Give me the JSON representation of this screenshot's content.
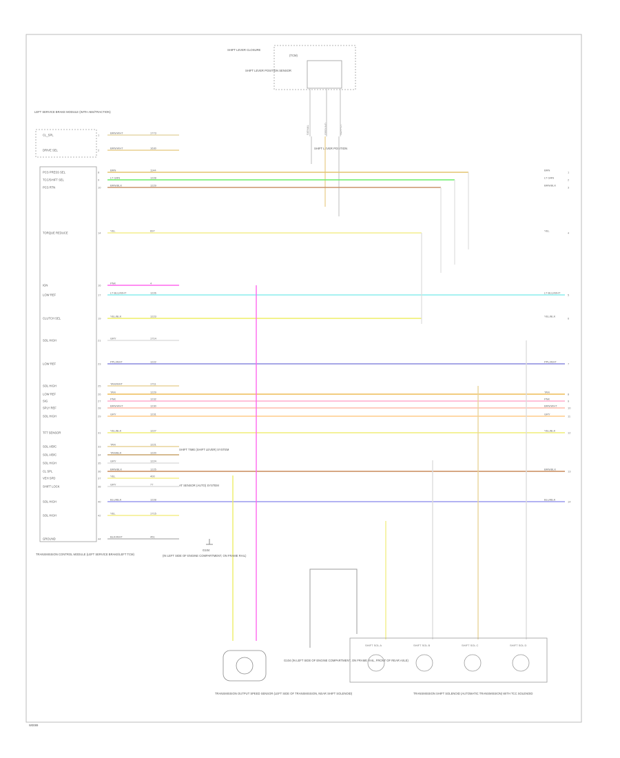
{
  "footer_code": "W0089",
  "colors": {
    "frame": "#bbbbbb",
    "connector_box": "#999999",
    "text": "#555555"
  },
  "module_header": {
    "label": "LEFT SERVICE BRAKE MODULE (WITH ABS/TRACTION)"
  },
  "module_caption": "TRANSMISSION CONTROL MODULE (LEFT SERVICE BRAKE/LEFT TCM)",
  "top_connector": {
    "title": "SHIFT LEVER CLOSURE",
    "subtitle": "(TCM)",
    "side_label": "SHIFT LEVER POSITION SENSOR",
    "pins": [
      "SIGNAL",
      "GROUND",
      "SUPPLY"
    ],
    "junction_label": "SHIFT LEVER POSITION"
  },
  "wires": [
    {
      "pin": "1",
      "label": "CL_SPL",
      "color_code": "BRN/WHT",
      "circuit": "1773",
      "color": "#e6d7a8",
      "end_label": "",
      "end_pin": ""
    },
    {
      "pin": "2",
      "label": "DRIVE SEL",
      "color_code": "BRN/WHT",
      "circuit": "1630",
      "color": "#e9cf8f",
      "end_label": "",
      "end_pin": ""
    },
    {
      "pin": "8",
      "label": "PCS PRESS SEL",
      "color_code": "BRN",
      "circuit": "1144",
      "color": "#e3c46e",
      "end_label": "BRN",
      "end_pin": "1"
    },
    {
      "pin": "9",
      "label": "TCC/SHIFT SEL",
      "color_code": "LT GRN",
      "circuit": "1228",
      "color": "#66ee66",
      "end_label": "LT GRN",
      "end_pin": "2"
    },
    {
      "pin": "10",
      "label": "PCS RTN",
      "color_code": "BRN/BLK",
      "circuit": "1229",
      "color": "#c9936a",
      "end_label": "BRN/BLK",
      "end_pin": "3"
    },
    {
      "pin": "14",
      "label": "TORQUE REDUCE",
      "color_code": "YEL",
      "circuit": "697",
      "color": "#f3ee8c",
      "end_label": "YEL",
      "end_pin": "4"
    },
    {
      "pin": "16",
      "label": "IGN",
      "color_code": "PNK",
      "circuit": "4",
      "color": "#ff66ee",
      "end_label": "",
      "end_pin": ""
    },
    {
      "pin": "17",
      "label": "LOW REF",
      "color_code": "LT BLU/WHT",
      "circuit": "1226",
      "color": "#88eeee",
      "end_label": "LT BLU/WHT",
      "end_pin": "5"
    },
    {
      "pin": "19",
      "label": "CLUTCH SEL",
      "color_code": "YEL/BLK",
      "circuit": "1223",
      "color": "#eeee66",
      "end_label": "YEL/BLK",
      "end_pin": "6"
    },
    {
      "pin": "21",
      "label": "SOL HIGH",
      "color_code": "GRY",
      "circuit": "1714",
      "color": "#dddddd",
      "end_label": "",
      "end_pin": ""
    },
    {
      "pin": "23",
      "label": "LOW REF",
      "color_code": "PPL/WHT",
      "circuit": "1222",
      "color": "#8888dd",
      "end_label": "PPL/WHT",
      "end_pin": "7"
    },
    {
      "pin": "25",
      "label": "SOL HIGH",
      "color_code": "TAN/WHT",
      "circuit": "1711",
      "color": "#e8d49a",
      "end_label": "",
      "end_pin": ""
    },
    {
      "pin": "26",
      "label": "LOW REF",
      "color_code": "TAN",
      "circuit": "1229",
      "color": "#eebb55",
      "end_label": "TAN",
      "end_pin": "8"
    },
    {
      "pin": "27",
      "label": "SIG",
      "color_code": "PNK",
      "circuit": "1232",
      "color": "#ffaacc",
      "end_label": "PNK",
      "end_pin": "9"
    },
    {
      "pin": "28",
      "label": "SPLY REF",
      "color_code": "BRN/WHT",
      "circuit": "1230",
      "color": "#ffbbaa",
      "end_label": "BRN/WHT",
      "end_pin": "10"
    },
    {
      "pin": "29",
      "label": "SOL HIGH",
      "color_code": "GRY",
      "circuit": "1231",
      "color": "#ffcc88",
      "end_label": "GRY",
      "end_pin": "11"
    },
    {
      "pin": "31",
      "label": "TFT SENSOR",
      "color_code": "YEL/BLK",
      "circuit": "1227",
      "color": "#f0ee77",
      "end_label": "YEL/BLK",
      "end_pin": "12"
    },
    {
      "pin": "33",
      "label": "SOL A/B/C",
      "color_code": "TAN",
      "circuit": "1221",
      "color": "#e9d39a",
      "end_label": "",
      "end_pin": ""
    },
    {
      "pin": "34",
      "label": "SOL A/B/C",
      "color_code": "TAN/BLK",
      "circuit": "1220",
      "color": "#c9a36a",
      "end_label": "",
      "end_pin": ""
    },
    {
      "pin": "35",
      "label": "SOL HIGH",
      "color_code": "GRY",
      "circuit": "1224",
      "color": "#dddddd",
      "end_label": "",
      "end_pin": ""
    },
    {
      "pin": "36",
      "label": "CL SPL",
      "color_code": "BRN/BLK",
      "circuit": "1225",
      "color": "#c98a5a",
      "end_label": "BRN/BLK",
      "end_pin": "13"
    },
    {
      "pin": "37",
      "label": "VEH SPD",
      "color_code": "YEL",
      "circuit": "400",
      "color": "#f5ee88",
      "end_label": "",
      "end_pin": ""
    },
    {
      "pin": "38",
      "label": "SHIFT LOCK",
      "color_code": "GRY",
      "circuit": "77",
      "color": "#dddddd",
      "end_label": "",
      "end_pin": ""
    },
    {
      "pin": "40",
      "label": "SOL HIGH",
      "color_code": "BLU/BLK",
      "circuit": "1228",
      "color": "#9999ee",
      "end_label": "BLU/BLK",
      "end_pin": "14"
    },
    {
      "pin": "42",
      "label": "SOL HIGH",
      "color_code": "YEL",
      "circuit": "1715",
      "color": "#f3ee88",
      "end_label": "",
      "end_pin": ""
    },
    {
      "pin": "44",
      "label": "GROUND",
      "color_code": "BLK/WHT",
      "circuit": "451",
      "color": "#bbbbbb",
      "end_label": "",
      "end_pin": ""
    }
  ],
  "side_notes": [
    "SHIFT TIME (SHIFT LEVER) SYSTEM",
    "AT SENSOR (AUTO) SYSTEM"
  ],
  "ground_labels": [
    "G104",
    "(IN LEFT SIDE OF ENGINE COMPARTMENT, ON FRAME RAIL)"
  ],
  "bottom_components": {
    "speed_sensor": "TRANSMISSION OUTPUT SPEED SENSOR (LEFT SIDE OF TRANSMISSION, NEAR SHIFT SOLENOID)",
    "center_ground": "G104 (IN LEFT SIDE OF ENGINE COMPARTMENT, ON FRAME RAIL, FRONT OF REAR AXLE)",
    "solenoid_assembly": "TRANSMISSION SHIFT SOLENOID (AUTOMATIC TRANSMISSION) WITH TCC SOLENOID",
    "solenoid_labels": [
      "SHIFT SOL A",
      "SHIFT SOL B",
      "SHIFT SOL C",
      "SHIFT SOL D"
    ]
  }
}
